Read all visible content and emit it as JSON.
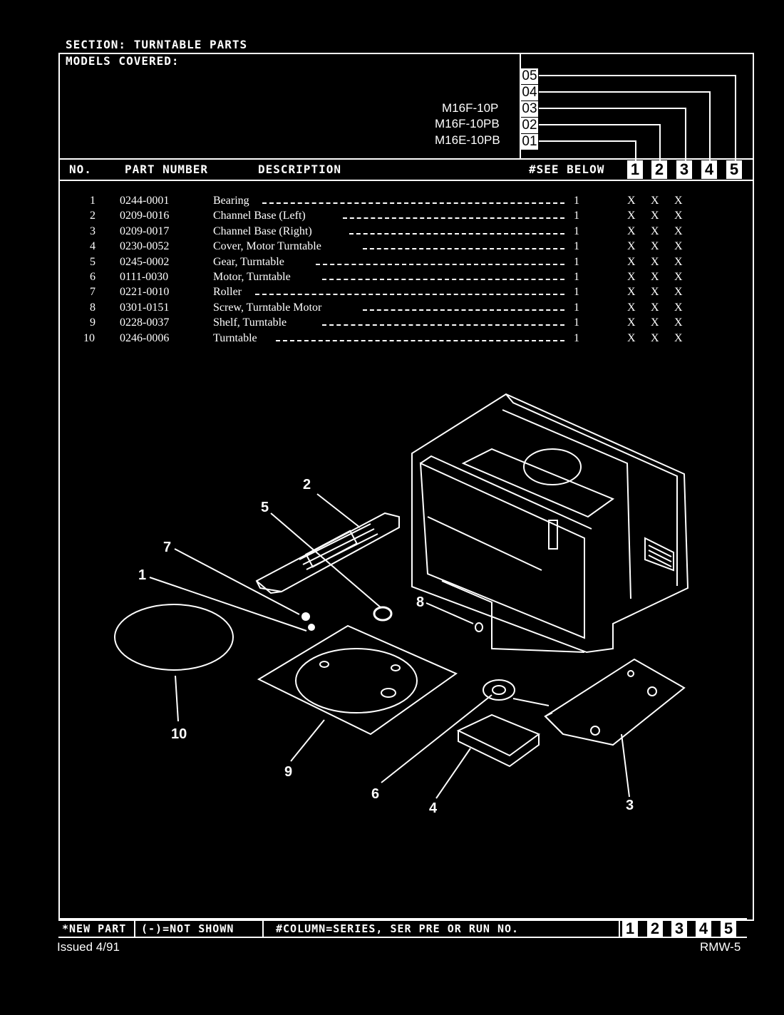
{
  "section": {
    "label": "SECTION: TURNTABLE PARTS",
    "models_label": "MODELS COVERED:"
  },
  "series_codes": [
    "05",
    "04",
    "03",
    "02",
    "01"
  ],
  "models": [
    {
      "name": "M16F-10P",
      "code": "03"
    },
    {
      "name": "M16F-10PB",
      "code": "02"
    },
    {
      "name": "M16E-10PB",
      "code": "01"
    }
  ],
  "table_header": {
    "no": "NO.",
    "part_number": "PART NUMBER",
    "description": "DESCRIPTION",
    "see_below": "#SEE BELOW",
    "columns": [
      "1",
      "2",
      "3",
      "4",
      "5"
    ]
  },
  "parts": [
    {
      "no": "1",
      "part": "0244-0001",
      "desc": "Bearing",
      "qty": "1",
      "marks": [
        "X",
        "X",
        "X"
      ]
    },
    {
      "no": "2",
      "part": "0209-0016",
      "desc": "Channel Base (Left)",
      "qty": "1",
      "marks": [
        "X",
        "X",
        "X"
      ]
    },
    {
      "no": "3",
      "part": "0209-0017",
      "desc": "Channel Base (Right)",
      "qty": "1",
      "marks": [
        "X",
        "X",
        "X"
      ]
    },
    {
      "no": "4",
      "part": "0230-0052",
      "desc": "Cover, Motor Turntable",
      "qty": "1",
      "marks": [
        "X",
        "X",
        "X"
      ]
    },
    {
      "no": "5",
      "part": "0245-0002",
      "desc": "Gear, Turntable",
      "qty": "1",
      "marks": [
        "X",
        "X",
        "X"
      ]
    },
    {
      "no": "6",
      "part": "0111-0030",
      "desc": "Motor, Turntable",
      "qty": "1",
      "marks": [
        "X",
        "X",
        "X"
      ]
    },
    {
      "no": "7",
      "part": "0221-0010",
      "desc": "Roller",
      "qty": "1",
      "marks": [
        "X",
        "X",
        "X"
      ]
    },
    {
      "no": "8",
      "part": "0301-0151",
      "desc": "Screw, Turntable Motor",
      "qty": "1",
      "marks": [
        "X",
        "X",
        "X"
      ]
    },
    {
      "no": "9",
      "part": "0228-0037",
      "desc": "Shelf, Turntable",
      "qty": "1",
      "marks": [
        "X",
        "X",
        "X"
      ]
    },
    {
      "no": "10",
      "part": "0246-0006",
      "desc": "Turntable",
      "qty": "1",
      "marks": [
        "X",
        "X",
        "X"
      ]
    }
  ],
  "diagram_callouts": [
    "1",
    "2",
    "3",
    "4",
    "5",
    "6",
    "7",
    "8",
    "9",
    "10"
  ],
  "footer": {
    "new_part": "*NEW PART",
    "not_shown": "(-)=NOT SHOWN",
    "column_note": "#COLUMN=SERIES, SER PRE OR RUN NO.",
    "columns": [
      "1",
      "2",
      "3",
      "4",
      "5"
    ],
    "issued": "Issued 4/91",
    "page_code": "RMW-5"
  }
}
